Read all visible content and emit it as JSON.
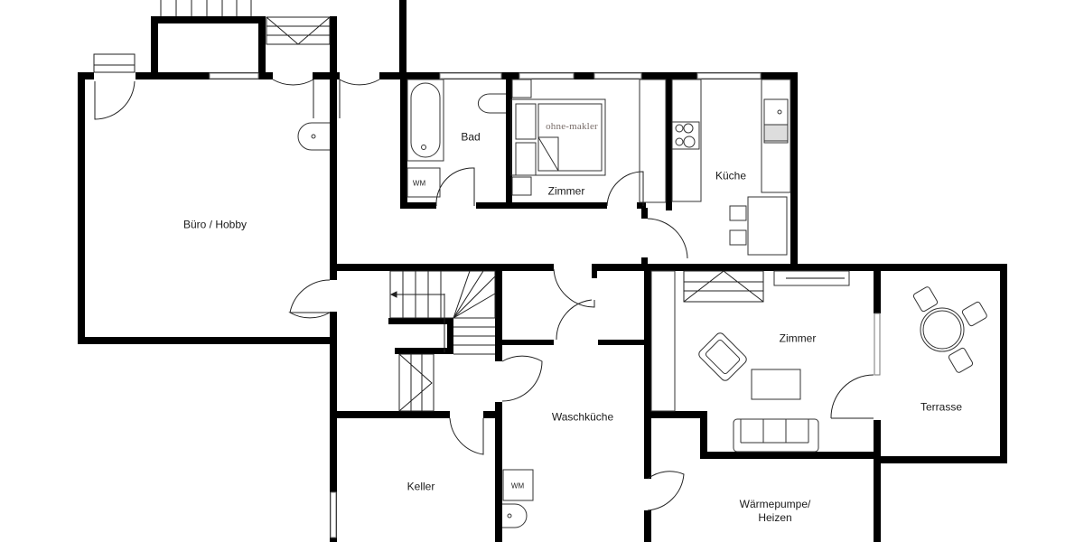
{
  "floorplan": {
    "watermark": "ohne-makler",
    "colors": {
      "wall": "#000000",
      "fixture": "#333333",
      "window": "#9a9a9a",
      "background": "#ffffff"
    },
    "rooms": [
      {
        "id": "buero",
        "label": "Büro / Hobby"
      },
      {
        "id": "bad",
        "label": "Bad"
      },
      {
        "id": "zimmer_top",
        "label": "Zimmer"
      },
      {
        "id": "kueche",
        "label": "Küche"
      },
      {
        "id": "zimmer_living",
        "label": "Zimmer"
      },
      {
        "id": "terrasse",
        "label": "Terrasse"
      },
      {
        "id": "waschkueche",
        "label": "Waschküche"
      },
      {
        "id": "keller",
        "label": "Keller"
      },
      {
        "id": "waermepumpe",
        "label_line1": "Wärmepumpe/",
        "label_line2": "Heizen"
      }
    ],
    "fixtures": {
      "washer_bad": "WM",
      "washer_waschkueche": "WM"
    }
  }
}
